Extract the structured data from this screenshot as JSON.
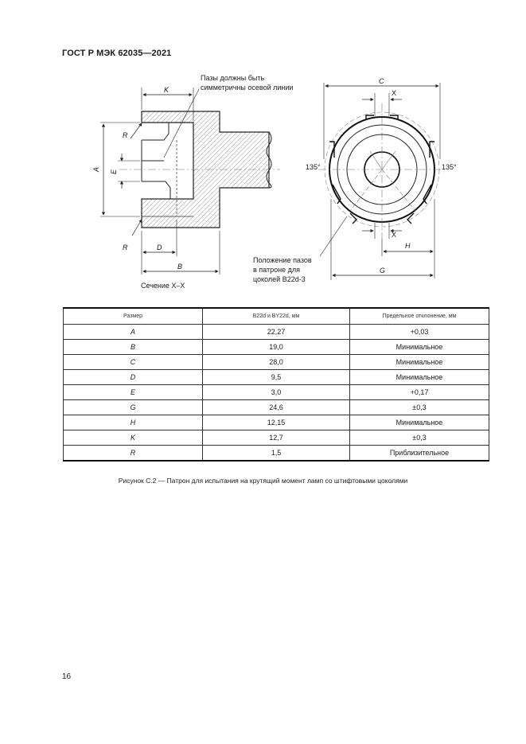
{
  "header": {
    "title": "ГОСТ Р МЭК 62035—2021"
  },
  "figure": {
    "labels": {
      "K": "K",
      "R1": "R",
      "R2": "R",
      "A": "A",
      "E": "E",
      "D": "D",
      "B": "B",
      "C": "C",
      "X_top": "X",
      "X_bottom": "X",
      "H": "H",
      "G": "G",
      "angle_left": "135°",
      "angle_right": "135°"
    },
    "note_slots": [
      "Пазы должны быть",
      "симметричны осевой линии"
    ],
    "section_label": "Сечение X–X",
    "note_position": [
      "Положение пазов",
      "в патроне для",
      "цоколей B22d-3"
    ]
  },
  "table": {
    "headers": [
      "Размер",
      "B22d и BY22d, мм",
      "Предельное отклонение, мм"
    ],
    "rows": [
      [
        "A",
        "22,27",
        "+0,03"
      ],
      [
        "B",
        "19,0",
        "Минимальное"
      ],
      [
        "C",
        "28,0",
        "Минимальное"
      ],
      [
        "D",
        "9,5",
        "Минимальное"
      ],
      [
        "E",
        "3,0",
        "+0,17"
      ],
      [
        "G",
        "24,6",
        "±0,3"
      ],
      [
        "H",
        "12,15",
        "Минимальное"
      ],
      [
        "K",
        "12,7",
        "±0,3"
      ],
      [
        "R",
        "1,5",
        "Приблизительное"
      ]
    ]
  },
  "caption": "Рисунок C.2 — Патрон для испытания на крутящий момент ламп со штифтовыми цоколями",
  "page_number": "16"
}
